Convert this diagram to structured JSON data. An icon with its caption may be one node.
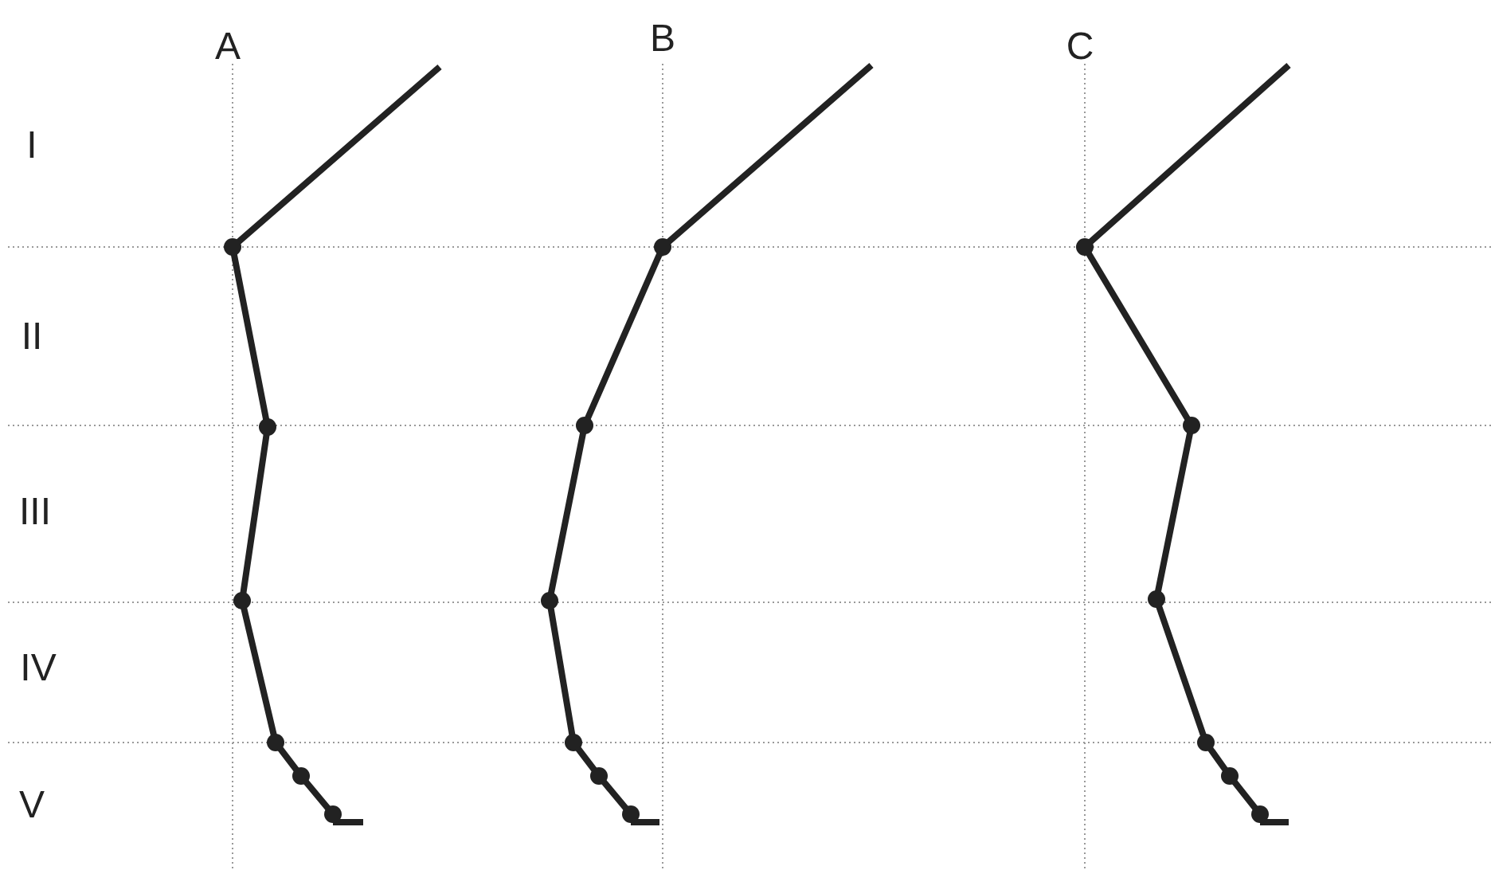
{
  "diagram": {
    "labels": [
      "A",
      "B",
      "C",
      "I",
      "II",
      "III",
      "IV",
      "V"
    ]
  }
}
